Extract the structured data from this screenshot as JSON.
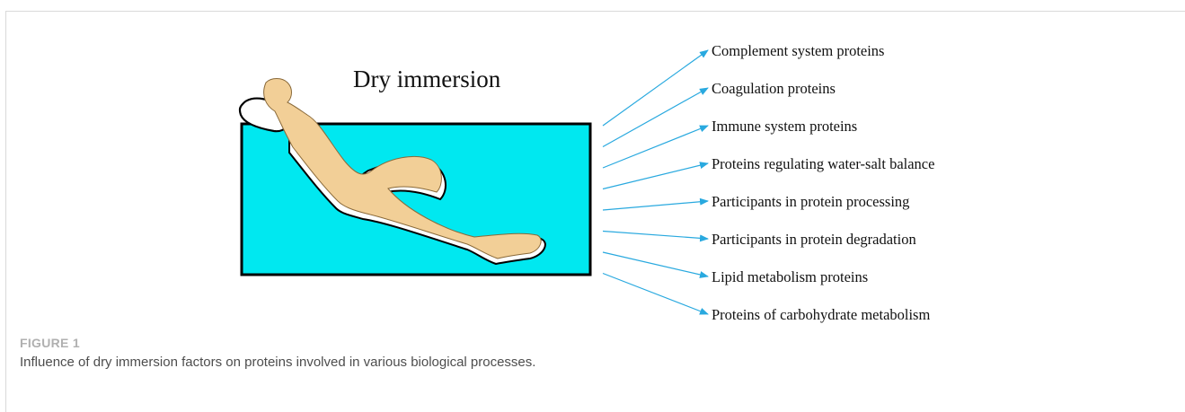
{
  "figure": {
    "title": "Dry immersion",
    "water_color": "#00e8f0",
    "body_color": "#f2cf97",
    "arrow_color": "#29a9df",
    "labels": [
      "Complement system proteins",
      "Coagulation proteins",
      "Immune system proteins",
      "Proteins regulating water-salt balance",
      "Participants in protein processing",
      "Participants in protein degradation",
      "Lipid metabolism proteins",
      "Proteins of carbohydrate metabolism"
    ]
  },
  "caption": {
    "label": "FIGURE 1",
    "text": "Influence of dry immersion factors on proteins involved in various biological processes."
  }
}
